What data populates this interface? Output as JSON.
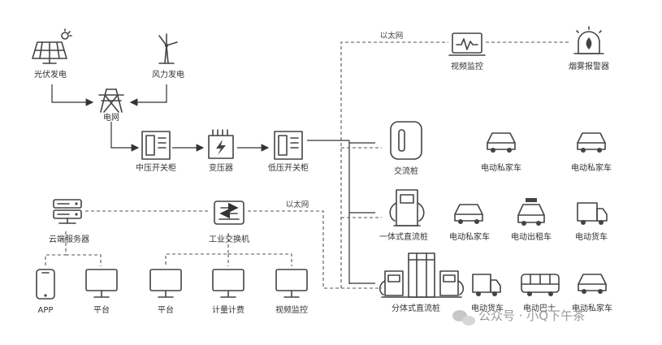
{
  "labels": {
    "pv": "光伏发电",
    "wind": "风力发电",
    "grid": "电网",
    "mv_switchgear": "中压开关柜",
    "transformer": "变压器",
    "lv_switchgear": "低压开关柜",
    "ethernet_top": "以太网",
    "video_monitor_top": "视频监控",
    "smoke_alarm": "烟雾报警器",
    "ac_pile": "交流桩",
    "private_car_1": "电动私家车",
    "private_car_2": "电动私家车",
    "integrated_dc": "一体式直流桩",
    "private_car_3": "电动私家车",
    "taxi": "电动出租车",
    "truck_1": "电动货车",
    "split_dc": "分体式直流桩",
    "truck_2": "电动货车",
    "bus": "电动巴士",
    "private_car_4": "电动私家车",
    "ethernet_mid": "以太网",
    "cloud_server": "云端服务器",
    "industrial_switch": "工业交换机",
    "app": "APP",
    "platform_1": "平台",
    "platform_2": "平台",
    "metering": "计量计费",
    "video_monitor_bottom": "视频监控",
    "watermark": "公众号 · 小Q下午茶"
  },
  "icons": {
    "pv": "solar-panel-icon",
    "wind": "wind-turbine-icon",
    "grid": "power-tower-icon",
    "switchgear": "switchgear-cabinet-icon",
    "transformer": "transformer-icon",
    "monitor": "monitor-icon",
    "alarm": "alarm-light-icon",
    "charger": "charging-pile-icon",
    "car": "car-icon",
    "taxi": "taxi-icon",
    "truck": "truck-icon",
    "bus": "bus-icon",
    "server": "server-icon",
    "switch": "network-switch-icon",
    "phone": "phone-icon"
  },
  "colors": {
    "line": "#333333",
    "icon": "#444444",
    "label": "#333333",
    "watermark": "#9a9a9a"
  }
}
